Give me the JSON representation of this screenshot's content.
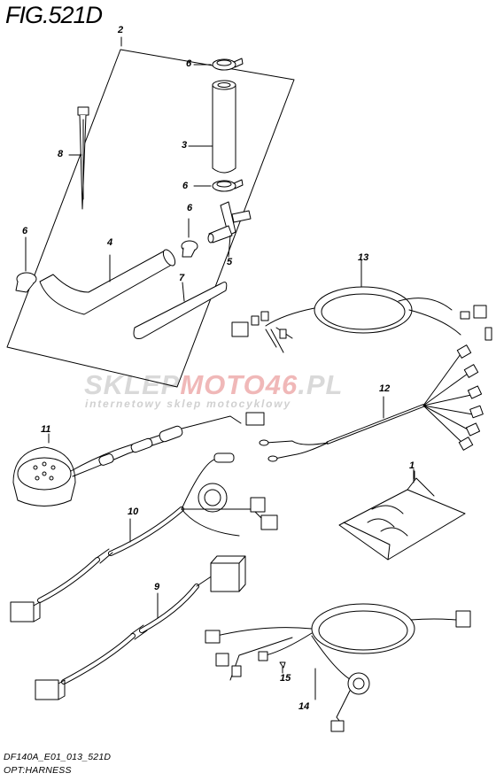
{
  "figure": {
    "title": "FIG.521D"
  },
  "footer": {
    "code": "DF140A_E01_013_521D",
    "caption": "OPT:HARNESS"
  },
  "watermark": {
    "main_a": "SKLEP",
    "main_b": "MOTO46",
    "main_c": ".PL",
    "sub": "internetowy sklep motocyklowy"
  },
  "callouts": [
    "1",
    "2",
    "3",
    "4",
    "5",
    "6",
    "6",
    "6",
    "6",
    "7",
    "8",
    "9",
    "10",
    "11",
    "12",
    "13",
    "14",
    "15"
  ]
}
